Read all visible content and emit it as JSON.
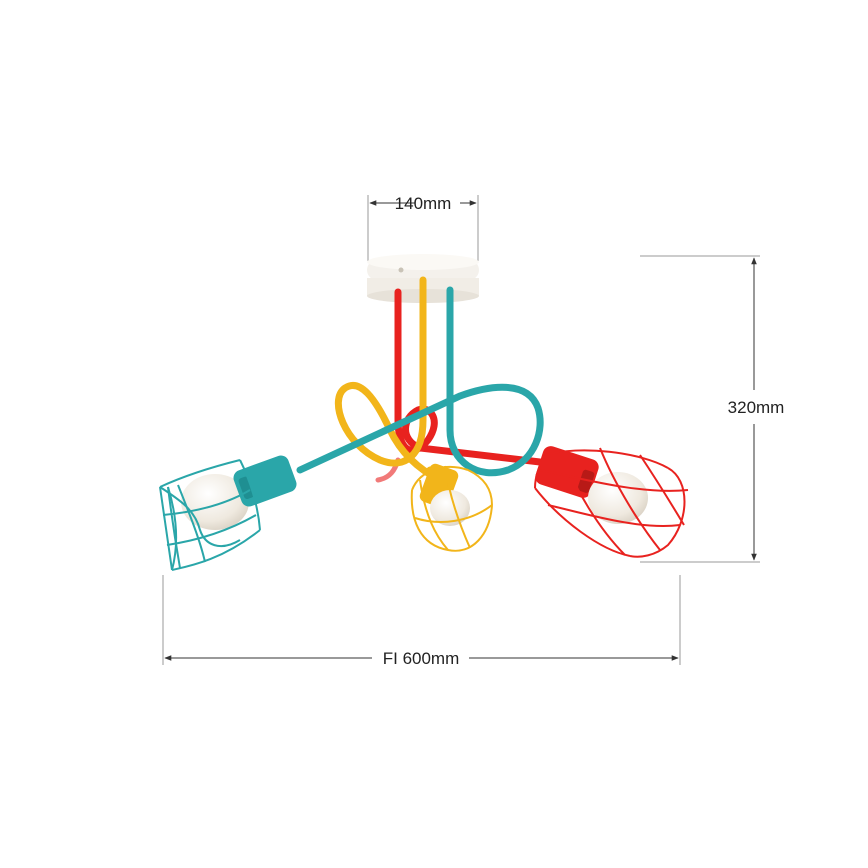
{
  "dimensions": {
    "canopy_width": "140mm",
    "height": "320mm",
    "diameter": "FI 600mm"
  },
  "colors": {
    "teal": "#2aa6a9",
    "yellow": "#f2b51a",
    "red": "#e8221f",
    "canopy": "#f4f1ec",
    "bulb": "#f3eee6",
    "dimension_line": "#333333"
  }
}
